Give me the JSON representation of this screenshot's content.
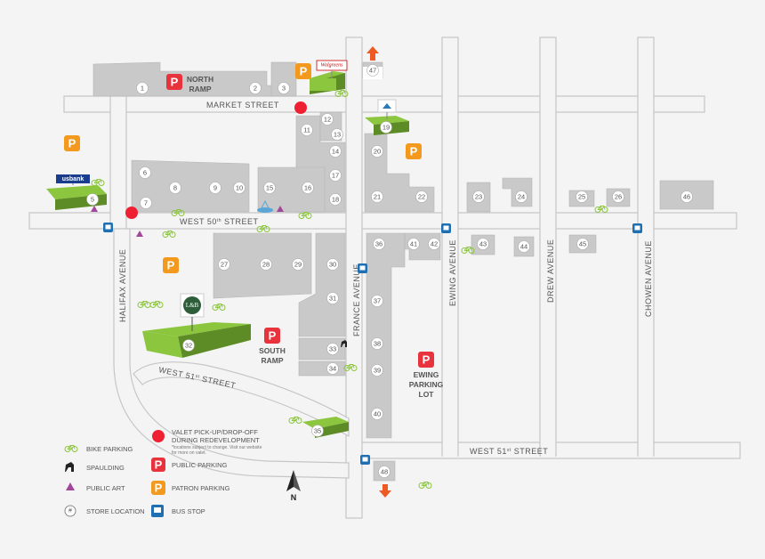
{
  "map": {
    "streets": {
      "market": "MARKET STREET",
      "west50": "WEST 50",
      "west50_sup": "th",
      "west50_rest": " STREET",
      "west51_left": "WEST 51",
      "west51_left_sup": "st",
      "west51_left_rest": " STREET",
      "west51_right": "WEST 51",
      "west51_right_sup": "st",
      "west51_right_rest": " STREET",
      "halifax": "HALIFAX AVENUE",
      "france": "FRANCE AVENUE",
      "ewing": "EWING AVENUE",
      "drew": "DREW AVENUE",
      "chowen": "CHOWEN AVENUE"
    },
    "ramps": {
      "north": [
        "NORTH",
        "RAMP"
      ],
      "south": [
        "SOUTH",
        "RAMP"
      ],
      "ewing": [
        "EWING",
        "PARKING",
        "LOT"
      ]
    },
    "parking_letter": "P",
    "signs": {
      "usbank": "usbank",
      "walgreens": "Walgreens",
      "lb": "L&B"
    },
    "compass": "N",
    "store_numbers": [
      "1",
      "2",
      "3",
      "5",
      "6",
      "7",
      "8",
      "9",
      "10",
      "11",
      "12",
      "13",
      "14",
      "15",
      "16",
      "17",
      "18",
      "19",
      "20",
      "21",
      "22",
      "23",
      "24",
      "25",
      "26",
      "27",
      "28",
      "29",
      "30",
      "31",
      "32",
      "33",
      "34",
      "35",
      "36",
      "37",
      "38",
      "39",
      "40",
      "41",
      "42",
      "43",
      "44",
      "45",
      "46",
      "47",
      "48"
    ],
    "colors": {
      "public_parking": "#e8323c",
      "patron_parking": "#f39a1e",
      "valet": "#ee2031",
      "bus_stop": "#1f6fb3",
      "public_art": "#a0479a",
      "arrow": "#ee5a24",
      "green": "#8cc63e"
    }
  },
  "legend": {
    "bike_parking": "BIKE PARKING",
    "spaulding": "SPAULDING",
    "public_art": "PUBLIC ART",
    "store_location": "STORE LOCATION",
    "valet_line1": "VALET PICK-UP/DROP-OFF",
    "valet_line2": "DURING REDEVELOPMENT",
    "valet_note1": "*locations subject to change. Visit our website",
    "valet_note2": "for more on valet.",
    "public_parking": "PUBLIC PARKING",
    "patron_parking": "PATRON PARKING",
    "bus_stop": "BUS STOP",
    "store_symbol": "#"
  }
}
